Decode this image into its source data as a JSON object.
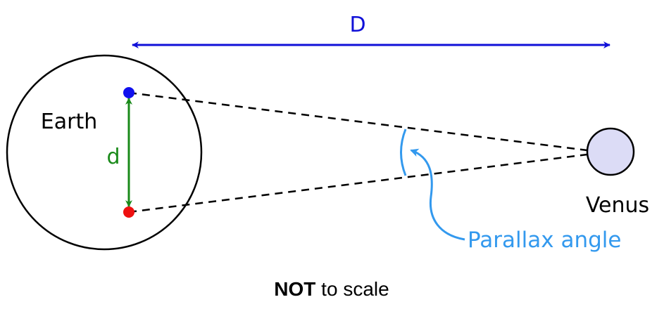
{
  "labels": {
    "distance_big": "D",
    "distance_small": "d",
    "earth": "Earth",
    "venus": "Venus",
    "parallax": "Parallax angle"
  },
  "caption": {
    "bold": "NOT",
    "rest": " to scale"
  },
  "colors": {
    "distance_big": "#1010d8",
    "distance_small": "#1a8a1a",
    "observer_top": "#1010ee",
    "observer_bottom": "#ee1010",
    "venus_fill": "#dcdcf6",
    "parallax": "#3399ee",
    "outline": "#000000"
  }
}
